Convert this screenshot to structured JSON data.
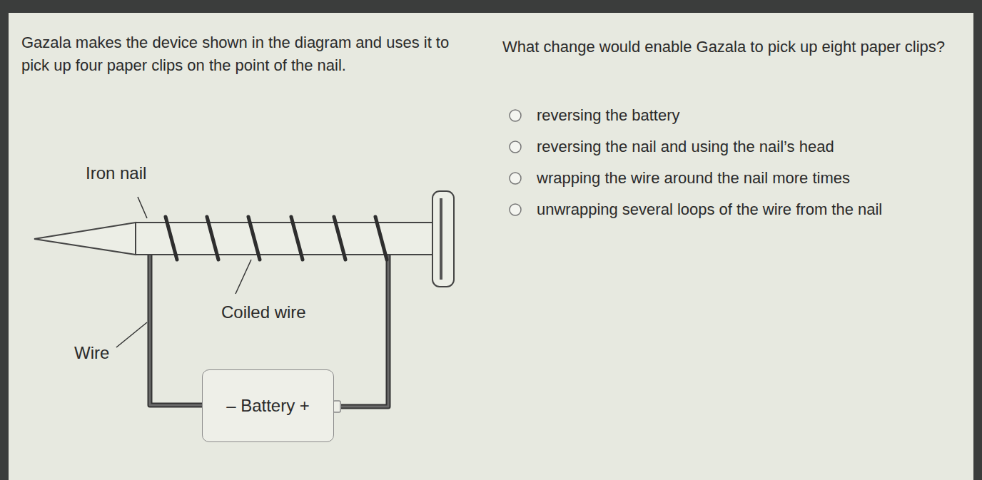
{
  "diagram": {
    "nodes": [
      {
        "text": [
          "– Battery +"
        ]
      }
    ],
    "labels": [
      "Gazala makes the device shown in the diagram and uses it to pick up four paper clips on the point of the nail.",
      "What change would enable Gazala to pick up eight paper clips?",
      "reversing the battery",
      "reversing the nail and using the nail’s head",
      "wrapping the wire around the nail more times",
      "unwrapping several loops of the wire from the nail",
      "Iron nail",
      "Coiled wire",
      "Wire"
    ]
  }
}
